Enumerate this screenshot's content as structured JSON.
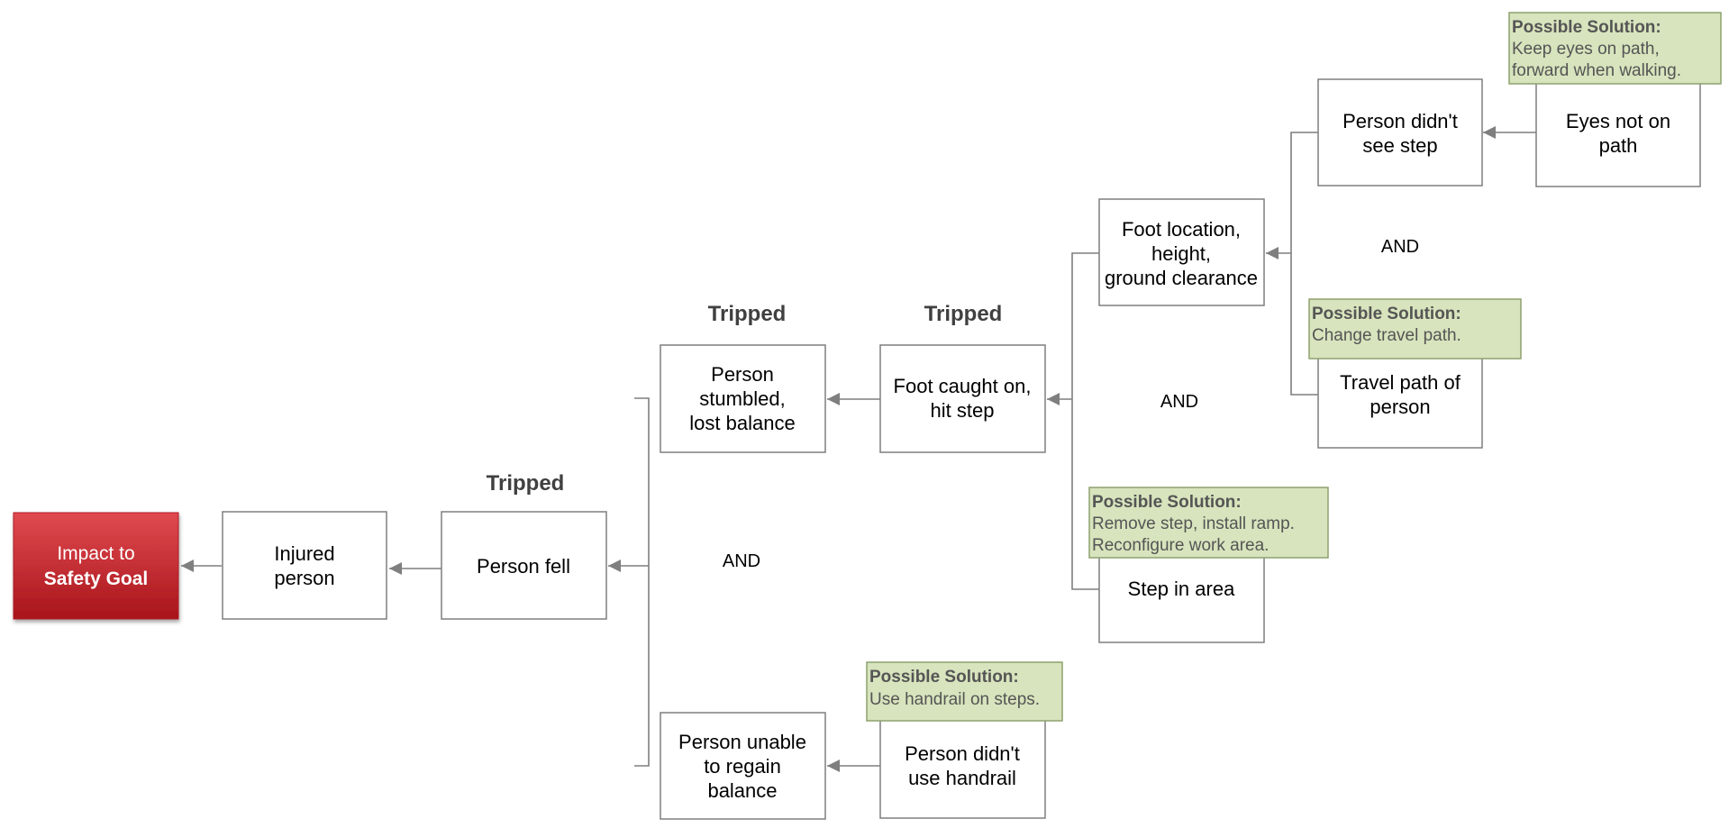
{
  "impact": {
    "line1": "Impact to",
    "line2": "Safety Goal"
  },
  "nodes": {
    "injured_person": [
      "Injured",
      "person"
    ],
    "person_fell": [
      "Person fell"
    ],
    "person_stumbled": [
      "Person",
      "stumbled,",
      "lost balance"
    ],
    "person_unable": [
      "Person unable",
      "to regain",
      "balance"
    ],
    "foot_caught": [
      "Foot caught on,",
      "hit step"
    ],
    "didnt_use_handrail": [
      "Person didn't",
      "use handrail"
    ],
    "foot_location": [
      "Foot location,",
      "height,",
      "ground clearance"
    ],
    "step_in_area": [
      "Step in area"
    ],
    "didnt_see_step": [
      "Person didn't",
      "see step"
    ],
    "travel_path": [
      "Travel path of",
      "person"
    ],
    "eyes_not_on_path": [
      "Eyes not on",
      "path"
    ]
  },
  "labels": {
    "tripped_1": "Tripped",
    "tripped_2": "Tripped",
    "tripped_3": "Tripped",
    "and_1": "AND",
    "and_2": "AND",
    "and_3": "AND"
  },
  "solutions": {
    "heading": "Possible Solution:",
    "handrail": [
      "Use handrail on steps."
    ],
    "ramp": [
      "Remove step, install ramp.",
      "Reconfigure work area."
    ],
    "travel": [
      "Change travel path."
    ],
    "eyes": [
      "Keep eyes on path,",
      "forward when walking."
    ]
  },
  "colors": {
    "box_border": "#7f7f7f",
    "connector": "#7f7f7f",
    "impact_fill": "#c0262c",
    "solution_fill": "#d7e4bd",
    "solution_border": "#8ea26e",
    "solution_text": "#555555"
  }
}
